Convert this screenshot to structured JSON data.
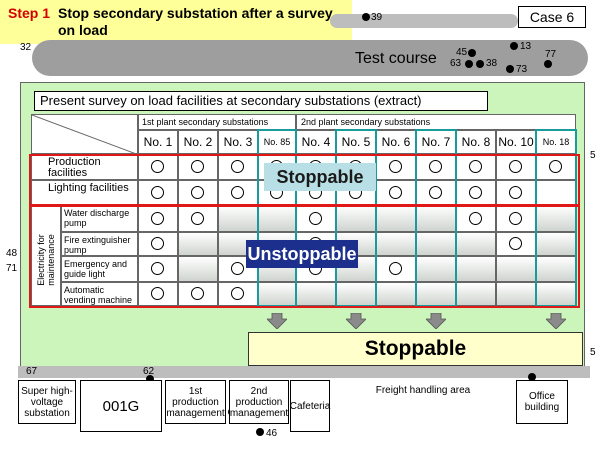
{
  "step": {
    "label": "Step 1",
    "text": "Stop secondary substation after a survey on load"
  },
  "case_label": "Case 6",
  "test_course": "Test course",
  "survey_title": "Present survey on load facilities at secondary substations (extract)",
  "groups": [
    "1st plant secondary substations",
    "2nd plant secondary substations"
  ],
  "columns": [
    "No. 1",
    "No. 2",
    "No. 3",
    "No. 85",
    "No. 4",
    "No. 5",
    "No. 6",
    "No. 7",
    "No. 8",
    "No. 10",
    "No. 18"
  ],
  "category_label": "Electricity for maintenance",
  "rows": [
    {
      "label": "Production facilities",
      "marks": [
        1,
        1,
        1,
        1,
        1,
        1,
        1,
        1,
        1,
        1,
        1
      ]
    },
    {
      "label": "Lighting facilities",
      "marks": [
        1,
        1,
        1,
        1,
        1,
        1,
        1,
        1,
        1,
        1,
        0
      ]
    },
    {
      "label": "Water discharge pump",
      "marks": [
        1,
        1,
        0,
        0,
        1,
        0,
        0,
        0,
        1,
        1,
        0
      ]
    },
    {
      "label": "Fire extinguisher pump",
      "marks": [
        1,
        0,
        0,
        0,
        1,
        0,
        0,
        0,
        0,
        1,
        0
      ]
    },
    {
      "label": "Emergency and guide light",
      "marks": [
        1,
        0,
        1,
        0,
        1,
        0,
        1,
        0,
        0,
        0,
        0
      ]
    },
    {
      "label": "Automatic vending machine",
      "marks": [
        1,
        1,
        1,
        0,
        0,
        0,
        0,
        0,
        0,
        0,
        0
      ]
    }
  ],
  "stoppable_label": "Stoppable",
  "unstoppable_label": "Unstoppable",
  "facilities": [
    "Super high-voltage substation",
    "001G",
    "1st production management",
    "2nd production management",
    "Cafeteria",
    "Freight handling area",
    "Office building"
  ],
  "numbers": [
    "39",
    "32",
    "45",
    "13",
    "77",
    "63",
    "38",
    "73",
    "48",
    "71",
    "5",
    "5",
    "67",
    "62",
    "46"
  ]
}
